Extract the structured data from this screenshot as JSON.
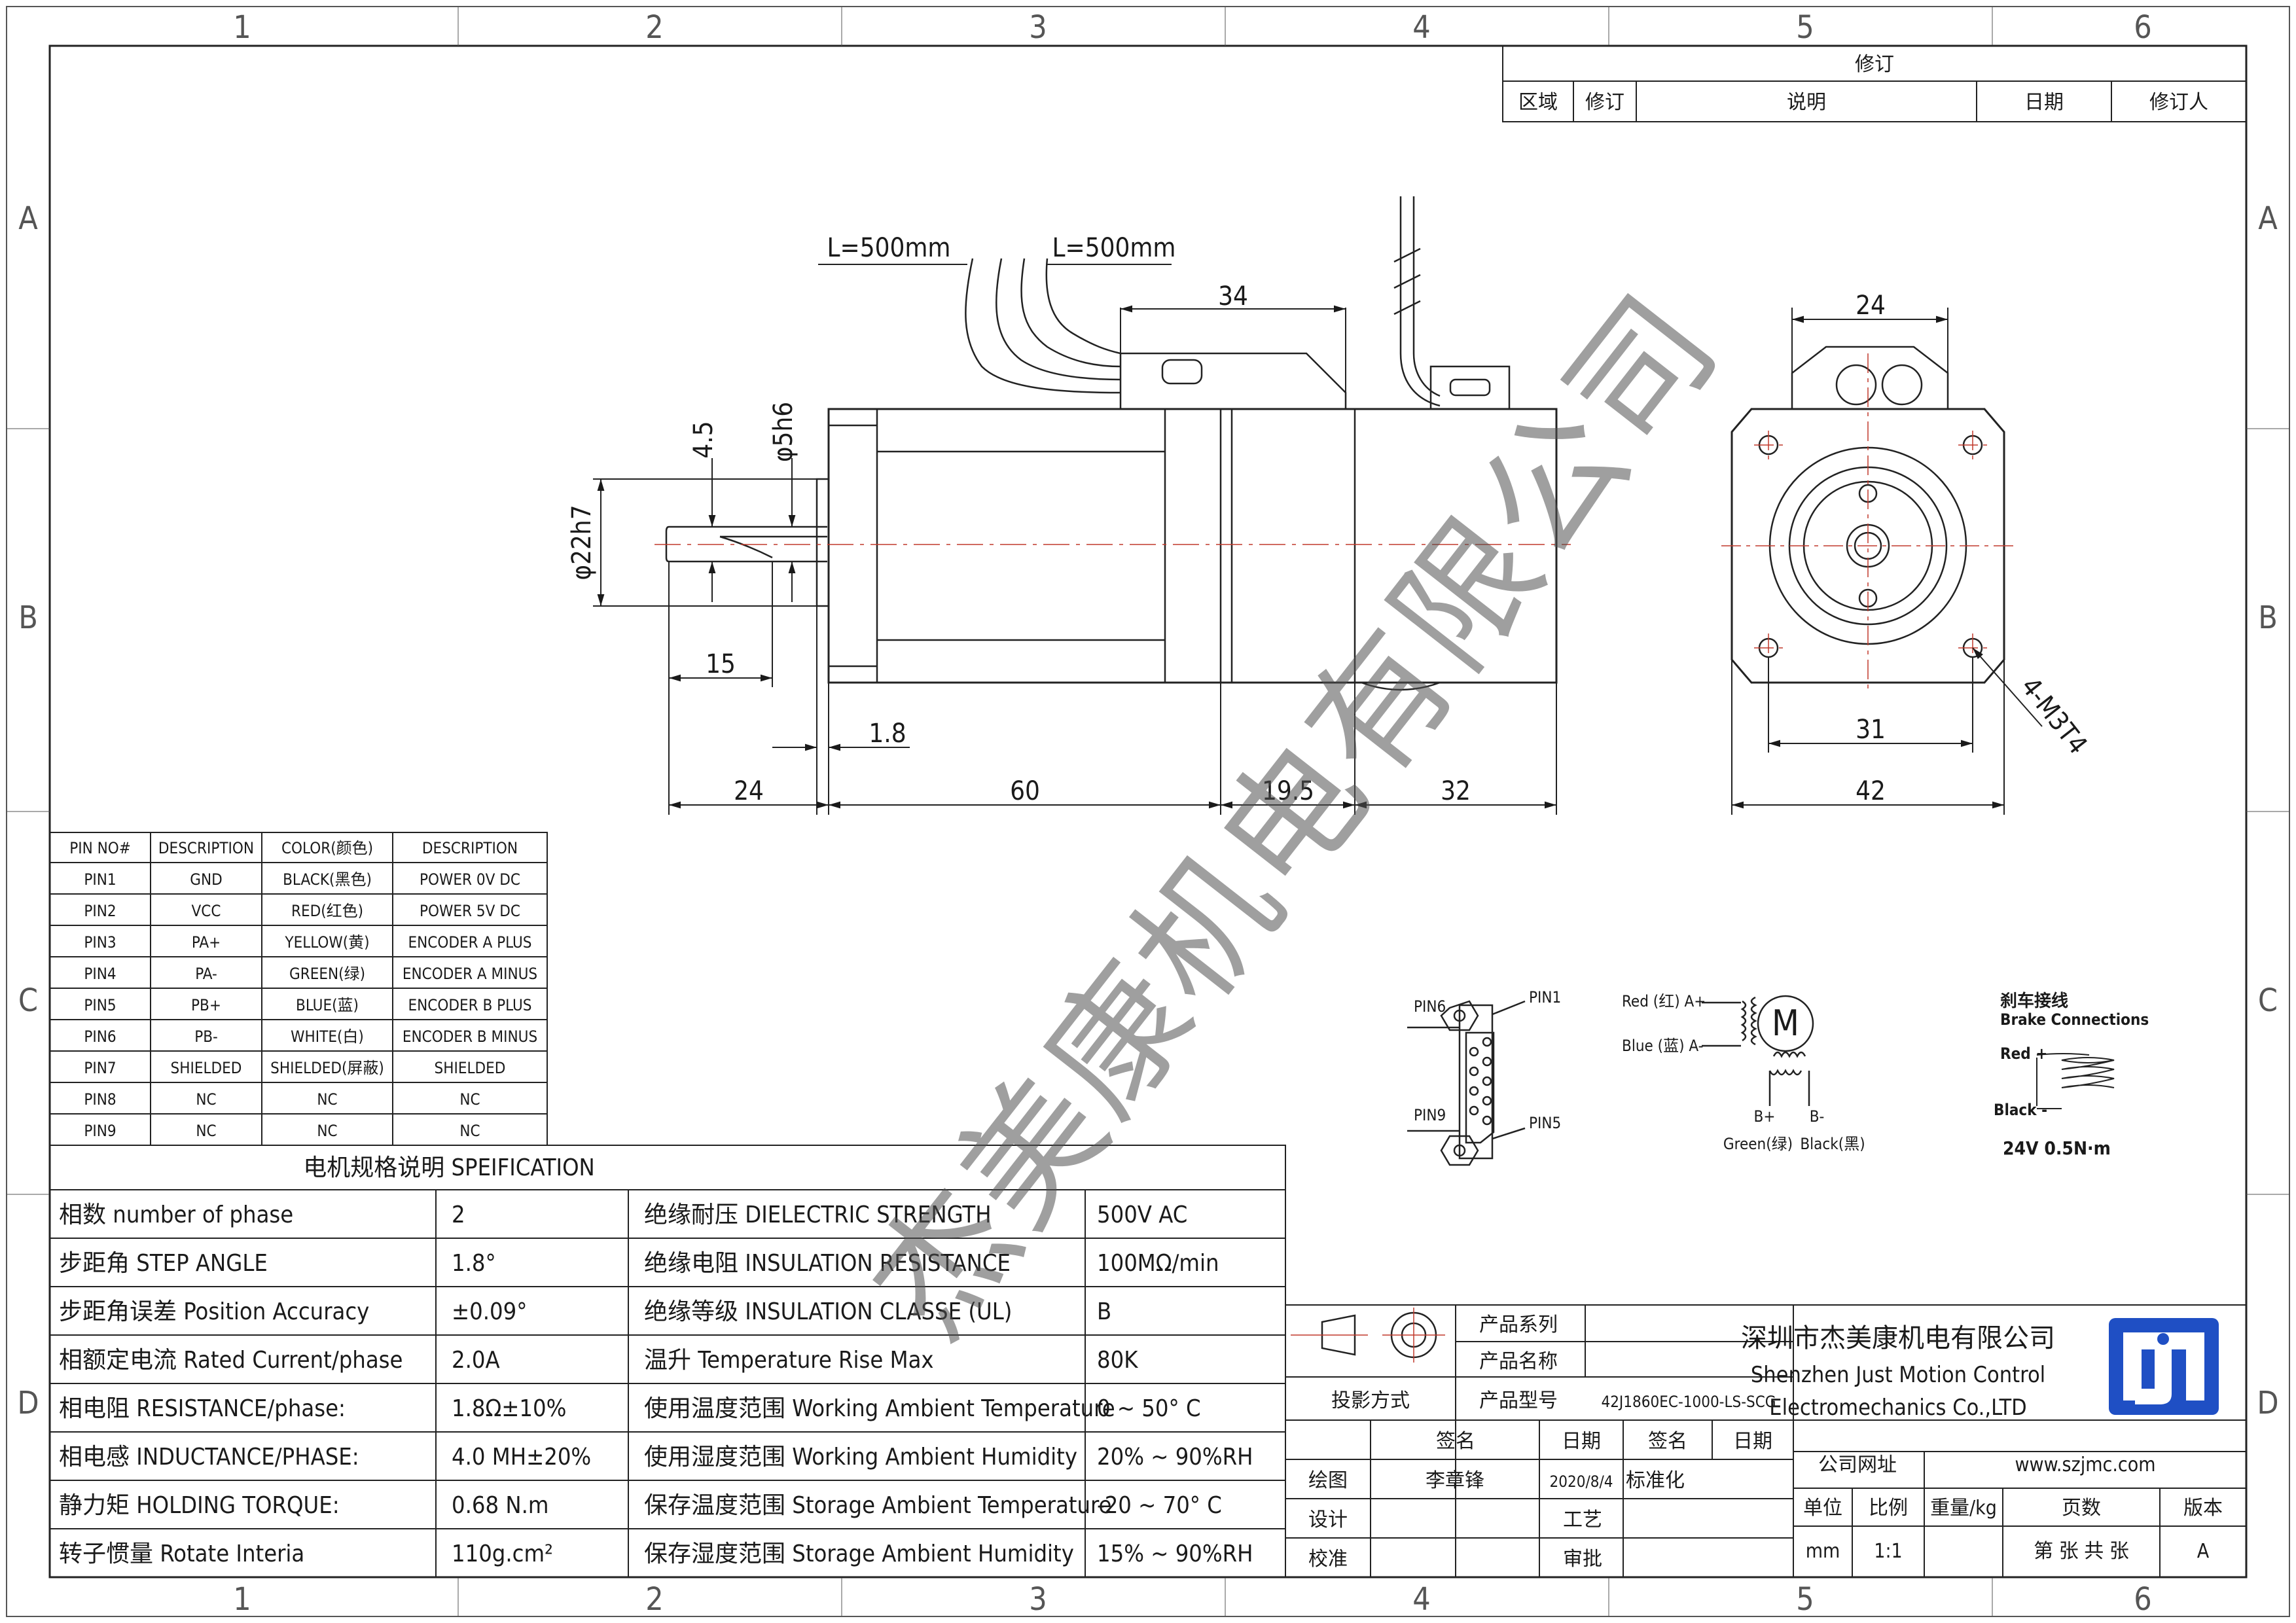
{
  "grid": {
    "cols": [
      "1",
      "2",
      "3",
      "4",
      "5",
      "6"
    ],
    "rows": [
      "A",
      "B",
      "C",
      "D"
    ]
  },
  "revision": {
    "title": "修订",
    "headers": [
      "区域",
      "修订",
      "说明",
      "日期",
      "修订人"
    ]
  },
  "dimensions": {
    "lead_left": "L=500mm",
    "lead_right": "L=500mm",
    "encoder_width": "34",
    "key_depth": "4.5",
    "shaft_dia": "φ5h6",
    "boss_dia": "φ22h7",
    "shaft_flat": "15",
    "boss_height": "1.8",
    "shaft_len": "24",
    "body_len": "60",
    "brake_len": "19.5",
    "encoder_len": "32",
    "front_top": "24",
    "hole_spacing": "31",
    "flange": "42",
    "mount_holes": "4-M3T4"
  },
  "pin_table": {
    "headers": [
      "PIN NO#",
      "DESCRIPTION",
      "COLOR(颜色)",
      "DESCRIPTION"
    ],
    "rows": [
      [
        "PIN1",
        "GND",
        "BLACK(黑色)",
        "POWER 0V DC"
      ],
      [
        "PIN2",
        "VCC",
        "RED(红色)",
        "POWER 5V DC"
      ],
      [
        "PIN3",
        "PA+",
        "YELLOW(黄)",
        "ENCODER A PLUS"
      ],
      [
        "PIN4",
        "PA-",
        "GREEN(绿)",
        "ENCODER A MINUS"
      ],
      [
        "PIN5",
        "PB+",
        "BLUE(蓝)",
        "ENCODER B PLUS"
      ],
      [
        "PIN6",
        "PB-",
        "WHITE(白)",
        "ENCODER B MINUS"
      ],
      [
        "PIN7",
        "SHIELDED",
        "SHIELDED(屏蔽)",
        "SHIELDED"
      ],
      [
        "PIN8",
        "NC",
        "NC",
        "NC"
      ],
      [
        "PIN9",
        "NC",
        "NC",
        "NC"
      ]
    ]
  },
  "connector": {
    "pin6": "PIN6",
    "pin1": "PIN1",
    "pin9": "PIN9",
    "pin5": "PIN5"
  },
  "wiring": {
    "a_plus": "Red (红) A+",
    "a_minus": "Blue (蓝) A-",
    "motor": "M",
    "b_plus": "B+",
    "b_minus": "B-",
    "green": "Green(绿)",
    "black": "Black(黑)"
  },
  "brake": {
    "title_cn": "刹车接线",
    "title_en": "Brake Connections",
    "red": "Red +",
    "black": "Black -",
    "rating": "24V   0.5N·m"
  },
  "spec": {
    "title": "电机规格说明 SPEIFICATION",
    "rows": [
      [
        "相数 number of phase",
        "2",
        "绝缘耐压 DIELECTRIC STRENGTH",
        "500V AC"
      ],
      [
        "步距角 STEP ANGLE",
        "1.8°",
        "绝缘电阻 INSULATION RESISTANCE",
        "100MΩ/min"
      ],
      [
        "步距角误差 Position Accuracy",
        "±0.09°",
        "绝缘等级 INSULATION CLASSE (UL)",
        "B"
      ],
      [
        "相额定电流 Rated Current/phase",
        "2.0A",
        "温升 Temperature Rise Max",
        "80K"
      ],
      [
        "相电阻 RESISTANCE/phase:",
        "1.8Ω±10%",
        "使用温度范围 Working Ambient Temperature",
        "0 ~ 50° C"
      ],
      [
        "相电感 INDUCTANCE/PHASE:",
        "4.0 MH±20%",
        "使用湿度范围 Working Ambient Humidity",
        "20% ~ 90%RH"
      ],
      [
        "静力矩 HOLDING TORQUE:",
        "0.68 N.m",
        "保存温度范围 Storage Ambient Temperature",
        "-20 ~ 70° C"
      ],
      [
        "转子惯量 Rotate Interia",
        "110g.cm²",
        "保存湿度范围 Storage Ambient Humidity",
        "15% ~ 90%RH"
      ]
    ]
  },
  "title_block": {
    "series_label": "产品系列",
    "name_label": "产品名称",
    "model_label": "产品型号",
    "model_value": "42J1860EC-1000-LS-SCG",
    "projection": "投影方式",
    "sign": "签名",
    "date": "日期",
    "sign2": "签名",
    "date2": "日期",
    "draw": "绘图",
    "drawer": "李章锋",
    "draw_date": "2020/8/4",
    "standard": "标准化",
    "design": "设计",
    "process": "工艺",
    "check": "校准",
    "approve": "审批",
    "company_cn": "深圳市杰美康机电有限公司",
    "company_en1": "Shenzhen Just Motion Control",
    "company_en2": "Electromechanics Co.,LTD",
    "website_label": "公司网址",
    "website": "www.szjmc.com",
    "unit": "单位",
    "scale": "比例",
    "weight": "重量/kg",
    "pages": "页数",
    "version": "版本",
    "unit_value": "mm",
    "scale_value": "1:1",
    "pages_value": "第 张 共 张",
    "version_value": "A"
  },
  "watermark": "杰美康机电有限公司"
}
